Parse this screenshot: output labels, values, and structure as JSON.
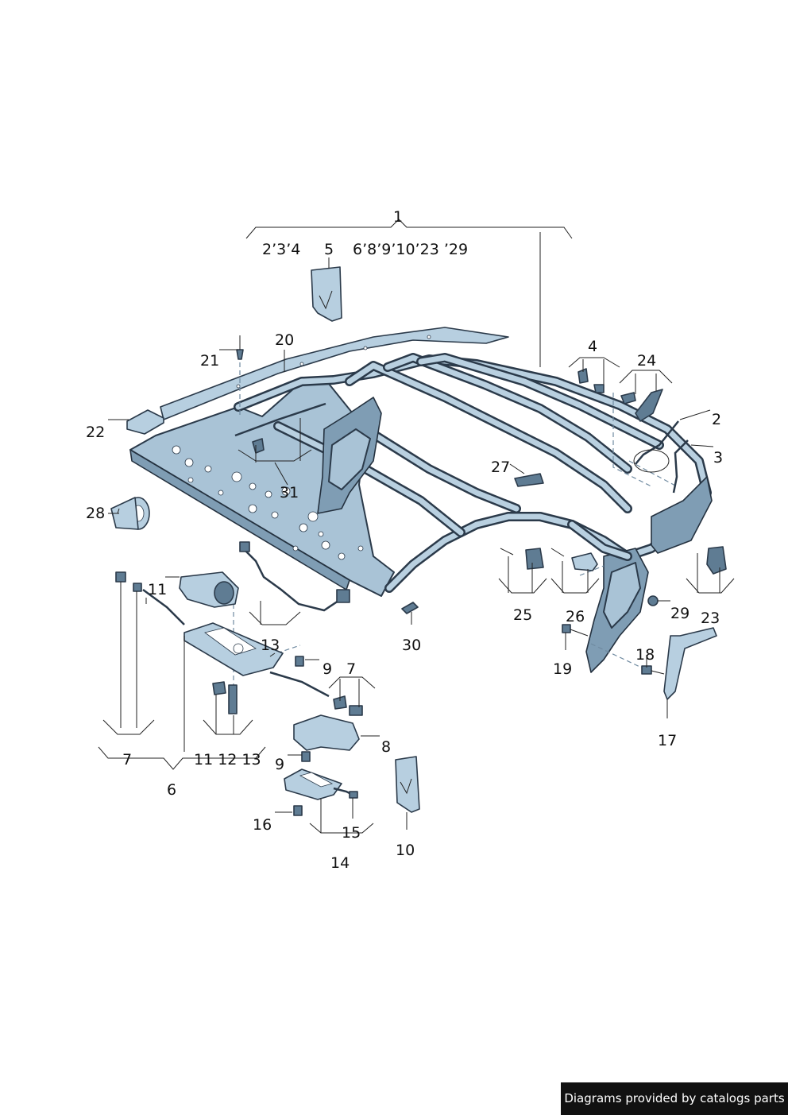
{
  "labels": {
    "l1": "1",
    "l1_sub_a": "2’3’4",
    "l1_sub_b": "5",
    "l1_sub_c": "6’8’9’10’23 ’29",
    "l2": "2",
    "l3": "3",
    "l4": "4",
    "l6": "6",
    "l7a": "7",
    "l7b": "7",
    "l8": "8",
    "l9a": "9",
    "l9b": "9",
    "l10": "10",
    "l11": "11",
    "l11_12_13": "11 12 13",
    "l13": "13",
    "l14": "14",
    "l15": "15",
    "l16": "16",
    "l17": "17",
    "l18": "18",
    "l19": "19",
    "l20": "20",
    "l21": "21",
    "l22": "22",
    "l23": "23",
    "l24": "24",
    "l25": "25",
    "l26": "26",
    "l27": "27",
    "l28": "28",
    "l29": "29",
    "l30": "30",
    "l31": "31"
  },
  "credit": "Diagrams provided by catalogs parts",
  "colors": {
    "part_fill": "#a9c3d6",
    "part_dark": "#5f7c93",
    "outline": "#2b3a4a",
    "credit_bg": "#111111"
  }
}
